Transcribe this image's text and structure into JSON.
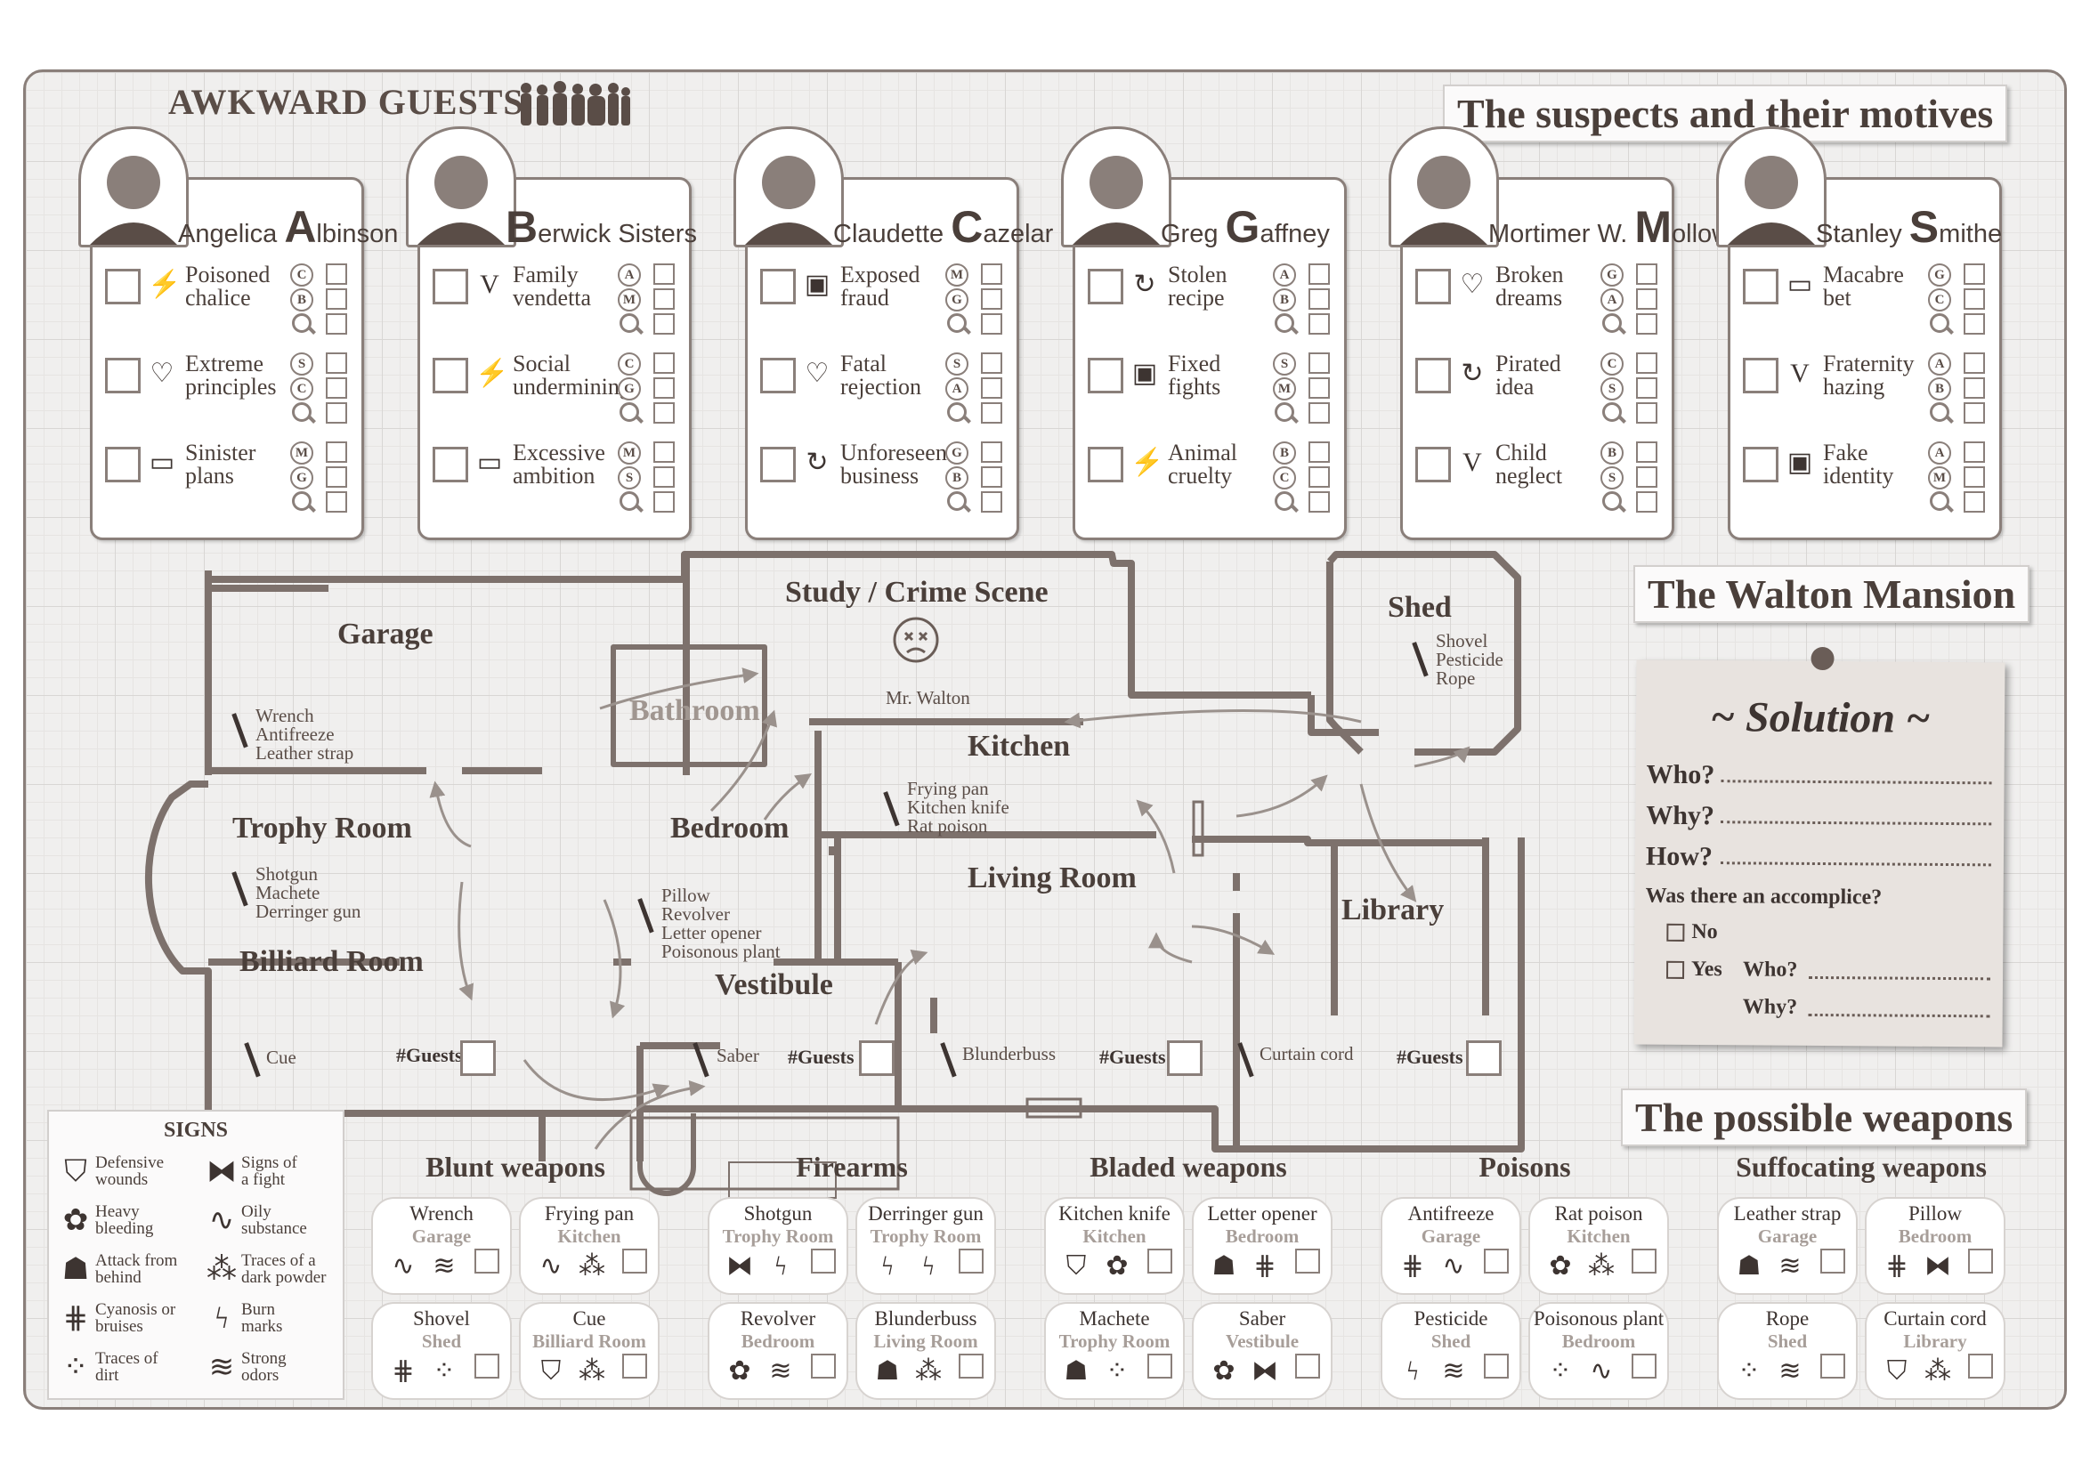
{
  "game_title": "AWKWARD GUESTS",
  "sections": {
    "suspects_title": "The suspects and their motives",
    "mansion_title": "The Walton Mansion",
    "weapons_title": "The possible weapons"
  },
  "suspects": [
    {
      "first": "Angelica",
      "initial": "A",
      "rest": "lbinson",
      "motives": [
        {
          "icon": "poisoned-chalice-bolt-icon",
          "glyph": "⚡",
          "label": [
            "Poisoned",
            "chalice"
          ],
          "marks": [
            "C",
            "B"
          ]
        },
        {
          "icon": "heart-icon",
          "glyph": "♡",
          "label": [
            "Extreme",
            "principles"
          ],
          "marks": [
            "S",
            "C"
          ]
        },
        {
          "icon": "money-icon",
          "glyph": "▭",
          "label": [
            "Sinister",
            "plans"
          ],
          "marks": [
            "M",
            "G"
          ]
        }
      ]
    },
    {
      "first": "",
      "initial": "B",
      "rest": "erwick  Sisters",
      "motives": [
        {
          "icon": "vendetta-v-icon",
          "glyph": "V",
          "label": [
            "Family",
            "vendetta"
          ],
          "marks": [
            "A",
            "M"
          ]
        },
        {
          "icon": "bolt-icon",
          "glyph": "⚡",
          "label": [
            "Social",
            "undermining"
          ],
          "marks": [
            "C",
            "G"
          ]
        },
        {
          "icon": "money-icon",
          "glyph": "▭",
          "label": [
            "Excessive",
            "ambition"
          ],
          "marks": [
            "M",
            "S"
          ]
        }
      ]
    },
    {
      "first": "Claudette",
      "initial": "C",
      "rest": "azelar",
      "motives": [
        {
          "icon": "briefcase-icon",
          "glyph": "▣",
          "label": [
            "Exposed",
            "fraud"
          ],
          "marks": [
            "M",
            "G"
          ]
        },
        {
          "icon": "heart-icon",
          "glyph": "♡",
          "label": [
            "Fatal",
            "rejection"
          ],
          "marks": [
            "S",
            "A"
          ]
        },
        {
          "icon": "cycle-icon",
          "glyph": "↻",
          "label": [
            "Unforeseen",
            "business"
          ],
          "marks": [
            "G",
            "B"
          ]
        }
      ]
    },
    {
      "first": "Greg",
      "initial": "G",
      "rest": "affney",
      "motives": [
        {
          "icon": "cycle-icon",
          "glyph": "↻",
          "label": [
            "Stolen",
            "recipe"
          ],
          "marks": [
            "A",
            "B"
          ]
        },
        {
          "icon": "briefcase-icon",
          "glyph": "▣",
          "label": [
            "Fixed",
            "fights"
          ],
          "marks": [
            "S",
            "M"
          ]
        },
        {
          "icon": "bolt-icon",
          "glyph": "⚡",
          "label": [
            "Animal",
            "cruelty"
          ],
          "marks": [
            "B",
            "C"
          ]
        }
      ]
    },
    {
      "first": "Mortimer W.",
      "initial": "M",
      "rest": "ollow",
      "motives": [
        {
          "icon": "heart-icon",
          "glyph": "♡",
          "label": [
            "Broken",
            "dreams"
          ],
          "marks": [
            "G",
            "A"
          ]
        },
        {
          "icon": "cycle-icon",
          "glyph": "↻",
          "label": [
            "Pirated",
            "idea"
          ],
          "marks": [
            "C",
            "S"
          ]
        },
        {
          "icon": "vendetta-v-icon",
          "glyph": "V",
          "label": [
            "Child",
            "neglect"
          ],
          "marks": [
            "B",
            "S"
          ]
        }
      ]
    },
    {
      "first": "Stanley",
      "initial": "S",
      "rest": "mithe",
      "motives": [
        {
          "icon": "money-icon",
          "glyph": "▭",
          "label": [
            "Macabre",
            "bet"
          ],
          "marks": [
            "G",
            "C"
          ]
        },
        {
          "icon": "vendetta-v-icon",
          "glyph": "V",
          "label": [
            "Fraternity",
            "hazing"
          ],
          "marks": [
            "A",
            "B"
          ]
        },
        {
          "icon": "briefcase-icon",
          "glyph": "▣",
          "label": [
            "Fake",
            "identity"
          ],
          "marks": [
            "A",
            "M"
          ]
        }
      ]
    }
  ],
  "rooms": [
    {
      "name": "Garage",
      "items": [
        "Wrench",
        "Antifreeze",
        "Leather strap"
      ]
    },
    {
      "name": "Study / Crime Scene",
      "items": [
        "Mr. Walton"
      ]
    },
    {
      "name": "Shed",
      "items": [
        "Shovel",
        "Pesticide",
        "Rope"
      ]
    },
    {
      "name": "Bathroom",
      "items": []
    },
    {
      "name": "Kitchen",
      "items": [
        "Frying pan",
        "Kitchen knife",
        "Rat poison"
      ]
    },
    {
      "name": "Trophy Room",
      "items": [
        "Shotgun",
        "Machete",
        "Derringer gun"
      ]
    },
    {
      "name": "Bedroom",
      "items": [
        "Pillow",
        "Revolver",
        "Letter opener",
        "Poisonous plant"
      ]
    },
    {
      "name": "Living Room",
      "items": [
        "Blunderbuss"
      ]
    },
    {
      "name": "Library",
      "items": [
        "Curtain cord"
      ]
    },
    {
      "name": "Billiard Room",
      "items": [
        "Cue"
      ]
    },
    {
      "name": "Vestibule",
      "items": [
        "Saber"
      ]
    }
  ],
  "guests_label": "#Guests",
  "solution": {
    "title": "~ Solution ~",
    "who": "Who?",
    "why": "Why?",
    "how": "How?",
    "accomplice": "Was there an accomplice?",
    "no": "No",
    "yes": "Yes",
    "acc_who": "Who?",
    "acc_why": "Why?"
  },
  "signs": {
    "title": "SIGNS",
    "items": [
      {
        "icon": "shield-icon",
        "glyph": "⛉",
        "label": [
          "Defensive",
          "wounds"
        ]
      },
      {
        "icon": "fight-arrows-icon",
        "glyph": "⧓",
        "label": [
          "Signs of",
          "a fight"
        ]
      },
      {
        "icon": "blood-splat-icon",
        "glyph": "✿",
        "label": [
          "Heavy",
          "bleeding"
        ]
      },
      {
        "icon": "oily-wave-icon",
        "glyph": "∿",
        "label": [
          "Oily",
          "substance"
        ]
      },
      {
        "icon": "hooded-figure-icon",
        "glyph": "☗",
        "label": [
          "Attack from",
          "behind"
        ]
      },
      {
        "icon": "powder-dots-icon",
        "glyph": "⁂",
        "label": [
          "Traces of a",
          "dark powder"
        ]
      },
      {
        "icon": "bruise-hatch-icon",
        "glyph": "⋕",
        "label": [
          "Cyanosis or",
          "bruises"
        ]
      },
      {
        "icon": "burn-marks-icon",
        "glyph": "ϟ",
        "label": [
          "Burn",
          "marks"
        ]
      },
      {
        "icon": "dirt-icon",
        "glyph": "⁘",
        "label": [
          "Traces of",
          "dirt"
        ]
      },
      {
        "icon": "odor-waves-icon",
        "glyph": "≋",
        "label": [
          "Strong",
          "odors"
        ]
      }
    ]
  },
  "weapon_categories": [
    {
      "title": "Blunt weapons",
      "weapons": [
        {
          "name": "Wrench",
          "room": "Garage",
          "signs": [
            "oily-wave-icon",
            "odor-waves-icon"
          ],
          "glyphs": [
            "∿",
            "≋"
          ]
        },
        {
          "name": "Frying pan",
          "room": "Kitchen",
          "signs": [
            "oily-wave-icon",
            "powder-dots-icon"
          ],
          "glyphs": [
            "∿",
            "⁂"
          ]
        },
        {
          "name": "Shovel",
          "room": "Shed",
          "signs": [
            "bruise-hatch-icon",
            "dirt-icon"
          ],
          "glyphs": [
            "⋕",
            "⁘"
          ]
        },
        {
          "name": "Cue",
          "room": "Billiard Room",
          "signs": [
            "shield-icon",
            "powder-dots-icon"
          ],
          "glyphs": [
            "⛉",
            "⁂"
          ]
        }
      ]
    },
    {
      "title": "Firearms",
      "weapons": [
        {
          "name": "Shotgun",
          "room": "Trophy Room",
          "signs": [
            "fight-arrows-icon",
            "burn-marks-icon"
          ],
          "glyphs": [
            "⧓",
            "ϟ"
          ]
        },
        {
          "name": "Derringer gun",
          "room": "Trophy Room",
          "signs": [
            "burn-marks-icon",
            "burn-marks-icon"
          ],
          "glyphs": [
            "ϟ",
            "ϟ"
          ]
        },
        {
          "name": "Revolver",
          "room": "Bedroom",
          "signs": [
            "blood-splat-icon",
            "odor-waves-icon"
          ],
          "glyphs": [
            "✿",
            "≋"
          ]
        },
        {
          "name": "Blunderbuss",
          "room": "Living Room",
          "signs": [
            "hooded-figure-icon",
            "powder-dots-icon"
          ],
          "glyphs": [
            "☗",
            "⁂"
          ]
        }
      ]
    },
    {
      "title": "Bladed weapons",
      "weapons": [
        {
          "name": "Kitchen knife",
          "room": "Kitchen",
          "signs": [
            "shield-icon",
            "blood-splat-icon"
          ],
          "glyphs": [
            "⛉",
            "✿"
          ]
        },
        {
          "name": "Letter opener",
          "room": "Bedroom",
          "signs": [
            "hooded-figure-icon",
            "bruise-hatch-icon"
          ],
          "glyphs": [
            "☗",
            "⋕"
          ]
        },
        {
          "name": "Machete",
          "room": "Trophy Room",
          "signs": [
            "hooded-figure-icon",
            "dirt-icon"
          ],
          "glyphs": [
            "☗",
            "⁘"
          ]
        },
        {
          "name": "Saber",
          "room": "Vestibule",
          "signs": [
            "blood-splat-icon",
            "fight-arrows-icon"
          ],
          "glyphs": [
            "✿",
            "⧓"
          ]
        }
      ]
    },
    {
      "title": "Poisons",
      "weapons": [
        {
          "name": "Antifreeze",
          "room": "Garage",
          "signs": [
            "bruise-hatch-icon",
            "oily-wave-icon"
          ],
          "glyphs": [
            "⋕",
            "∿"
          ]
        },
        {
          "name": "Rat poison",
          "room": "Kitchen",
          "signs": [
            "blood-splat-icon",
            "powder-dots-icon"
          ],
          "glyphs": [
            "✿",
            "⁂"
          ]
        },
        {
          "name": "Pesticide",
          "room": "Shed",
          "signs": [
            "burn-marks-icon",
            "odor-waves-icon"
          ],
          "glyphs": [
            "ϟ",
            "≋"
          ]
        },
        {
          "name": "Poisonous plant",
          "room": "Bedroom",
          "signs": [
            "dirt-icon",
            "oily-wave-icon"
          ],
          "glyphs": [
            "⁘",
            "∿"
          ]
        }
      ]
    },
    {
      "title": "Suffocating weapons",
      "weapons": [
        {
          "name": "Leather strap",
          "room": "Garage",
          "signs": [
            "hooded-figure-icon",
            "odor-waves-icon"
          ],
          "glyphs": [
            "☗",
            "≋"
          ]
        },
        {
          "name": "Pillow",
          "room": "Bedroom",
          "signs": [
            "bruise-hatch-icon",
            "fight-arrows-icon"
          ],
          "glyphs": [
            "⋕",
            "⧓"
          ]
        },
        {
          "name": "Rope",
          "room": "Shed",
          "signs": [
            "dirt-icon",
            "odor-waves-icon"
          ],
          "glyphs": [
            "⁘",
            "≋"
          ]
        },
        {
          "name": "Curtain cord",
          "room": "Library",
          "signs": [
            "shield-icon",
            "powder-dots-icon"
          ],
          "glyphs": [
            "⛉",
            "⁂"
          ]
        }
      ]
    }
  ]
}
